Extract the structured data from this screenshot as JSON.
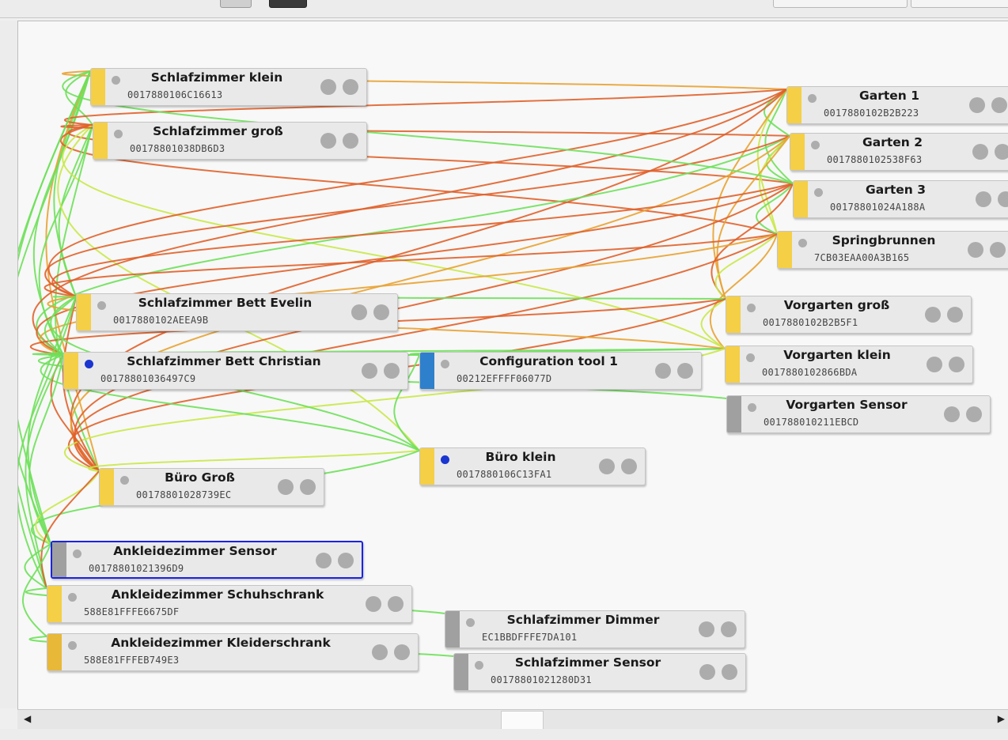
{
  "colors": {
    "light": "#f5cf45",
    "sensor": "#a0a0a0",
    "coordinator": "#2e80cc",
    "kleider": "#e8b838",
    "selected": "#1a23e6",
    "link_good": "#6ee05a",
    "link_ok": "#c9e84a",
    "link_mid": "#e8a232",
    "link_bad": "#e0602a",
    "active_dot": "#1a35d0"
  },
  "nodes": [
    {
      "name": "Schlafzimmer klein",
      "mac": "0017880106C16613",
      "type": "light"
    },
    {
      "name": "Schlafzimmer groß",
      "mac": "00178801038DB6D3",
      "type": "light"
    },
    {
      "name": "Garten 1",
      "mac": "0017880102B2B223",
      "type": "light"
    },
    {
      "name": "Garten 2",
      "mac": "0017880102538F63",
      "type": "light"
    },
    {
      "name": "Garten 3",
      "mac": "00178801024A188A",
      "type": "light"
    },
    {
      "name": "Springbrunnen",
      "mac": "7CB03EAA00A3B165",
      "type": "light"
    },
    {
      "name": "Vorgarten groß",
      "mac": "0017880102B2B5F1",
      "type": "light"
    },
    {
      "name": "Vorgarten klein",
      "mac": "0017880102866BDA",
      "type": "light"
    },
    {
      "name": "Vorgarten Sensor",
      "mac": "001788010211EBCD",
      "type": "sensor"
    },
    {
      "name": "Schlafzimmer Bett Evelin",
      "mac": "0017880102AEEA9B",
      "type": "light"
    },
    {
      "name": "Schlafzimmer Bett Christian",
      "mac": "00178801036497C9",
      "type": "light",
      "active": true
    },
    {
      "name": "Configuration tool 1",
      "mac": "00212EFFFF06077D",
      "type": "coordinator"
    },
    {
      "name": "Büro klein",
      "mac": "0017880106C13FA1",
      "type": "light",
      "active": true
    },
    {
      "name": "Büro Groß",
      "mac": "00178801028739EC",
      "type": "light"
    },
    {
      "name": "Ankleidezimmer Sensor",
      "mac": "00178801021396D9",
      "type": "sensor",
      "selected": true
    },
    {
      "name": "Ankleidezimmer Schuhschrank",
      "mac": "588E81FFFE6675DF",
      "type": "light"
    },
    {
      "name": "Ankleidezimmer Kleiderschrank",
      "mac": "588E81FFFEB749E3",
      "type": "kleider"
    },
    {
      "name": "Schlafzimmer Dimmer",
      "mac": "EC1BBDFFFE7DA101",
      "type": "sensor"
    },
    {
      "name": "Schlafzimmer Sensor",
      "mac": "00178801021280D31",
      "type": "sensor"
    }
  ],
  "links": [
    [
      0,
      1,
      "good"
    ],
    [
      0,
      9,
      "good"
    ],
    [
      0,
      10,
      "good"
    ],
    [
      0,
      13,
      "mid"
    ],
    [
      0,
      2,
      "mid"
    ],
    [
      0,
      14,
      "good"
    ],
    [
      0,
      15,
      "good"
    ],
    [
      1,
      2,
      "bad"
    ],
    [
      1,
      4,
      "bad"
    ],
    [
      1,
      5,
      "bad"
    ],
    [
      1,
      9,
      "good"
    ],
    [
      1,
      10,
      "good"
    ],
    [
      1,
      12,
      "ok"
    ],
    [
      1,
      7,
      "ok"
    ],
    [
      1,
      13,
      "good"
    ],
    [
      1,
      3,
      "bad"
    ],
    [
      2,
      3,
      "good"
    ],
    [
      2,
      4,
      "good"
    ],
    [
      2,
      5,
      "ok"
    ],
    [
      2,
      9,
      "bad"
    ],
    [
      2,
      10,
      "bad"
    ],
    [
      2,
      6,
      "mid"
    ],
    [
      2,
      13,
      "bad"
    ],
    [
      3,
      4,
      "good"
    ],
    [
      3,
      5,
      "ok"
    ],
    [
      3,
      10,
      "good"
    ],
    [
      3,
      9,
      "bad"
    ],
    [
      3,
      6,
      "mid"
    ],
    [
      3,
      13,
      "mid"
    ],
    [
      4,
      5,
      "good"
    ],
    [
      4,
      9,
      "bad"
    ],
    [
      4,
      10,
      "bad"
    ],
    [
      4,
      6,
      "bad"
    ],
    [
      4,
      13,
      "bad"
    ],
    [
      4,
      0,
      "good"
    ],
    [
      5,
      9,
      "bad"
    ],
    [
      5,
      10,
      "mid"
    ],
    [
      5,
      6,
      "ok"
    ],
    [
      5,
      7,
      "mid"
    ],
    [
      5,
      13,
      "bad"
    ],
    [
      6,
      7,
      "ok"
    ],
    [
      6,
      10,
      "bad"
    ],
    [
      6,
      9,
      "good"
    ],
    [
      6,
      13,
      "bad"
    ],
    [
      7,
      10,
      "good"
    ],
    [
      7,
      11,
      "good"
    ],
    [
      7,
      9,
      "mid"
    ],
    [
      7,
      13,
      "ok"
    ],
    [
      8,
      10,
      "good"
    ],
    [
      9,
      10,
      "good"
    ],
    [
      9,
      13,
      "bad"
    ],
    [
      9,
      12,
      "good"
    ],
    [
      9,
      14,
      "good"
    ],
    [
      9,
      15,
      "good"
    ],
    [
      10,
      12,
      "good"
    ],
    [
      10,
      13,
      "bad"
    ],
    [
      10,
      14,
      "good"
    ],
    [
      10,
      15,
      "good"
    ],
    [
      10,
      11,
      "good"
    ],
    [
      11,
      12,
      "good"
    ],
    [
      12,
      13,
      "ok"
    ],
    [
      12,
      14,
      "good"
    ],
    [
      13,
      14,
      "ok"
    ],
    [
      13,
      15,
      "bad"
    ],
    [
      14,
      15,
      "good"
    ],
    [
      14,
      16,
      "good"
    ],
    [
      15,
      17,
      "good"
    ],
    [
      16,
      18,
      "good"
    ],
    [
      14,
      0,
      "good"
    ]
  ]
}
